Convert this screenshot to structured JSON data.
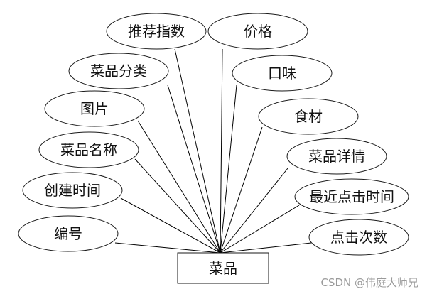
{
  "entity": {
    "label": "菜品"
  },
  "attributes": [
    {
      "id": "recommend-index",
      "label": "推荐指数"
    },
    {
      "id": "price",
      "label": "价格"
    },
    {
      "id": "category",
      "label": "菜品分类"
    },
    {
      "id": "taste",
      "label": "口味"
    },
    {
      "id": "image",
      "label": "图片"
    },
    {
      "id": "ingredients",
      "label": "食材"
    },
    {
      "id": "dish-name",
      "label": "菜品名称"
    },
    {
      "id": "dish-details",
      "label": "菜品详情"
    },
    {
      "id": "created-time",
      "label": "创建时间"
    },
    {
      "id": "last-click-time",
      "label": "最近点击时间"
    },
    {
      "id": "serial-number",
      "label": "编号"
    },
    {
      "id": "click-count",
      "label": "点击次数"
    }
  ],
  "watermark": "CSDN @伟庭大师兄",
  "colors": {
    "stroke": "#1a1a1a",
    "background": "#ffffff",
    "watermark": "#9a9a9a"
  }
}
